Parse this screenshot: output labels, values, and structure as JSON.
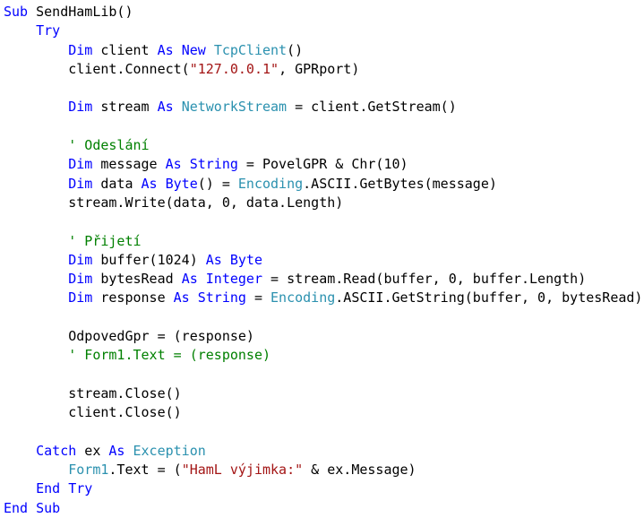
{
  "colors": {
    "keyword": "#0000ff",
    "type": "#2b91af",
    "string": "#a31515",
    "comment": "#008000",
    "plain": "#000000",
    "background": "#ffffff"
  },
  "code_lines": [
    [
      {
        "t": "kw",
        "v": "Sub"
      },
      {
        "t": "pl",
        "v": " SendHamLib()"
      }
    ],
    [
      {
        "t": "pl",
        "v": "    "
      },
      {
        "t": "kw",
        "v": "Try"
      }
    ],
    [
      {
        "t": "pl",
        "v": "        "
      },
      {
        "t": "kw",
        "v": "Dim"
      },
      {
        "t": "pl",
        "v": " client "
      },
      {
        "t": "kw",
        "v": "As"
      },
      {
        "t": "pl",
        "v": " "
      },
      {
        "t": "kw",
        "v": "New"
      },
      {
        "t": "pl",
        "v": " "
      },
      {
        "t": "ty",
        "v": "TcpClient"
      },
      {
        "t": "pl",
        "v": "()"
      }
    ],
    [
      {
        "t": "pl",
        "v": "        client.Connect("
      },
      {
        "t": "str",
        "v": "\"127.0.0.1\""
      },
      {
        "t": "pl",
        "v": ", GPRport)"
      }
    ],
    [],
    [
      {
        "t": "pl",
        "v": "        "
      },
      {
        "t": "kw",
        "v": "Dim"
      },
      {
        "t": "pl",
        "v": " stream "
      },
      {
        "t": "kw",
        "v": "As"
      },
      {
        "t": "pl",
        "v": " "
      },
      {
        "t": "ty",
        "v": "NetworkStream"
      },
      {
        "t": "pl",
        "v": " = client.GetStream()"
      }
    ],
    [],
    [
      {
        "t": "pl",
        "v": "        "
      },
      {
        "t": "com",
        "v": "' Odeslání"
      }
    ],
    [
      {
        "t": "pl",
        "v": "        "
      },
      {
        "t": "kw",
        "v": "Dim"
      },
      {
        "t": "pl",
        "v": " message "
      },
      {
        "t": "kw",
        "v": "As"
      },
      {
        "t": "pl",
        "v": " "
      },
      {
        "t": "kw",
        "v": "String"
      },
      {
        "t": "pl",
        "v": " = PovelGPR & Chr(10)"
      }
    ],
    [
      {
        "t": "pl",
        "v": "        "
      },
      {
        "t": "kw",
        "v": "Dim"
      },
      {
        "t": "pl",
        "v": " data "
      },
      {
        "t": "kw",
        "v": "As"
      },
      {
        "t": "pl",
        "v": " "
      },
      {
        "t": "kw",
        "v": "Byte"
      },
      {
        "t": "pl",
        "v": "() = "
      },
      {
        "t": "ty",
        "v": "Encoding"
      },
      {
        "t": "pl",
        "v": ".ASCII.GetBytes(message)"
      }
    ],
    [
      {
        "t": "pl",
        "v": "        stream.Write(data, 0, data.Length)"
      }
    ],
    [],
    [
      {
        "t": "pl",
        "v": "        "
      },
      {
        "t": "com",
        "v": "' Přijetí"
      }
    ],
    [
      {
        "t": "pl",
        "v": "        "
      },
      {
        "t": "kw",
        "v": "Dim"
      },
      {
        "t": "pl",
        "v": " buffer(1024) "
      },
      {
        "t": "kw",
        "v": "As"
      },
      {
        "t": "pl",
        "v": " "
      },
      {
        "t": "kw",
        "v": "Byte"
      }
    ],
    [
      {
        "t": "pl",
        "v": "        "
      },
      {
        "t": "kw",
        "v": "Dim"
      },
      {
        "t": "pl",
        "v": " bytesRead "
      },
      {
        "t": "kw",
        "v": "As"
      },
      {
        "t": "pl",
        "v": " "
      },
      {
        "t": "kw",
        "v": "Integer"
      },
      {
        "t": "pl",
        "v": " = stream.Read(buffer, 0, buffer.Length)"
      }
    ],
    [
      {
        "t": "pl",
        "v": "        "
      },
      {
        "t": "kw",
        "v": "Dim"
      },
      {
        "t": "pl",
        "v": " response "
      },
      {
        "t": "kw",
        "v": "As"
      },
      {
        "t": "pl",
        "v": " "
      },
      {
        "t": "kw",
        "v": "String"
      },
      {
        "t": "pl",
        "v": " = "
      },
      {
        "t": "ty",
        "v": "Encoding"
      },
      {
        "t": "pl",
        "v": ".ASCII.GetString(buffer, 0, bytesRead)"
      }
    ],
    [],
    [
      {
        "t": "pl",
        "v": "        OdpovedGpr = (response)"
      }
    ],
    [
      {
        "t": "pl",
        "v": "        "
      },
      {
        "t": "com",
        "v": "' Form1.Text = (response)"
      }
    ],
    [],
    [
      {
        "t": "pl",
        "v": "        stream.Close()"
      }
    ],
    [
      {
        "t": "pl",
        "v": "        client.Close()"
      }
    ],
    [],
    [
      {
        "t": "pl",
        "v": "    "
      },
      {
        "t": "kw",
        "v": "Catch"
      },
      {
        "t": "pl",
        "v": " ex "
      },
      {
        "t": "kw",
        "v": "As"
      },
      {
        "t": "pl",
        "v": " "
      },
      {
        "t": "ty",
        "v": "Exception"
      }
    ],
    [
      {
        "t": "pl",
        "v": "        "
      },
      {
        "t": "ty",
        "v": "Form1"
      },
      {
        "t": "pl",
        "v": ".Text = ("
      },
      {
        "t": "str",
        "v": "\"HamL výjimka:\""
      },
      {
        "t": "pl",
        "v": " & ex.Message)"
      }
    ],
    [
      {
        "t": "pl",
        "v": "    "
      },
      {
        "t": "kw",
        "v": "End"
      },
      {
        "t": "pl",
        "v": " "
      },
      {
        "t": "kw",
        "v": "Try"
      }
    ],
    [
      {
        "t": "kw",
        "v": "End"
      },
      {
        "t": "pl",
        "v": " "
      },
      {
        "t": "kw",
        "v": "Sub"
      }
    ]
  ]
}
